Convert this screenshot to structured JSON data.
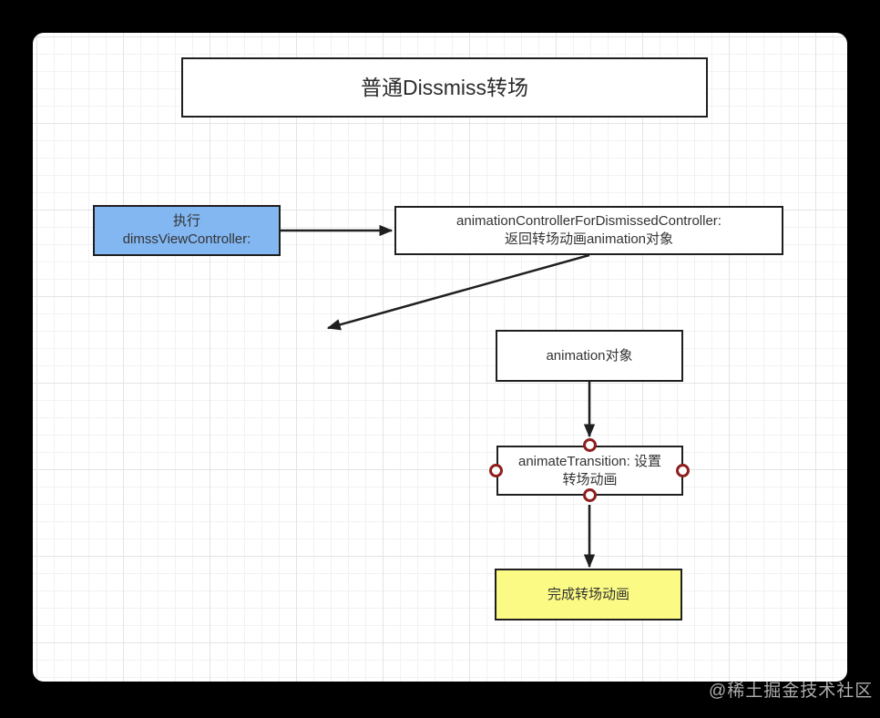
{
  "diagram": {
    "title": "普通Dissmiss转场",
    "nodes": {
      "start": {
        "line1": "执行",
        "line2": "dimssViewController:",
        "fill": "#82b7f2"
      },
      "controller": {
        "line1": "animationControllerForDismissedController:",
        "line2": "返回转场动画animation对象",
        "fill": "#ffffff"
      },
      "animation": {
        "label": "animation对象",
        "fill": "#ffffff"
      },
      "transition": {
        "line1": "animateTransition: 设置",
        "line2": "转场动画",
        "fill": "#ffffff"
      },
      "done": {
        "label": "完成转场动画",
        "fill": "#fafa84"
      }
    },
    "colors": {
      "node_border": "#1f1f1f",
      "arrow": "#1f1f1f",
      "connection_handle_border": "#8f1f1f",
      "grid_minor": "#f2f2f2",
      "grid_major": "#e4e4e4",
      "frame_background": "#000000",
      "canvas_background": "#ffffff"
    }
  },
  "watermark": "@稀土掘金技术社区"
}
